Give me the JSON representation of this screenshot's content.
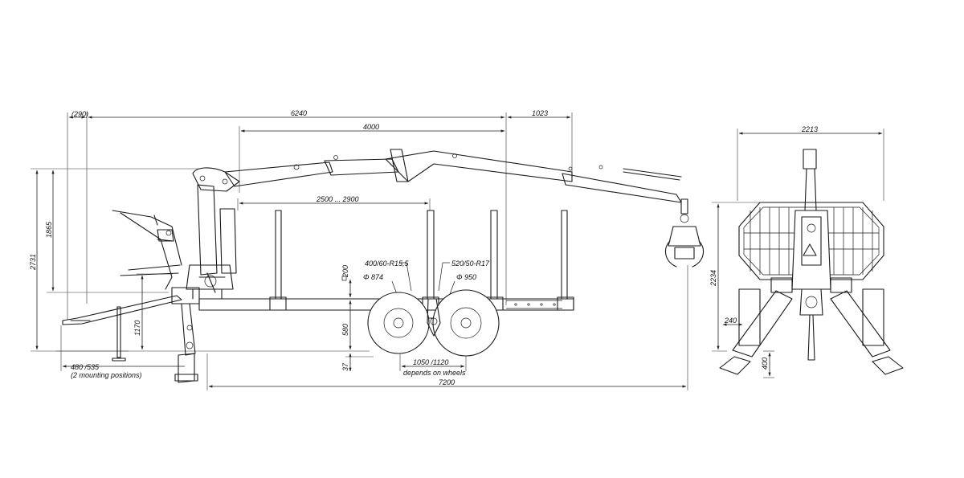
{
  "side_view": {
    "top_dims": {
      "bracket_290": "(290)",
      "total_6240": "6240",
      "crane_1023": "1023",
      "bunk_4000": "4000",
      "range_2500_2900": "2500 ... 2900"
    },
    "vertical_dims": {
      "h_2731": "2731",
      "h_1865": "1865",
      "h_1170": "1170",
      "h_200": "200",
      "h_580": "580",
      "h_37": "37"
    },
    "tire_front": {
      "size": "400/60-R15,5",
      "diameter": "Φ 874"
    },
    "tire_rear": {
      "size": "520/50-R17",
      "diameter": "Φ 950"
    },
    "axle_spacing": {
      "value": "1050 /1120",
      "note": "depends on wheels"
    },
    "hitch": {
      "value": "480 /535",
      "note": "(2 mounting positions)"
    },
    "total_length": "7200"
  },
  "rear_view": {
    "width": "2213",
    "height": "2234",
    "outrigger_240": "240",
    "outrigger_400": "400"
  }
}
